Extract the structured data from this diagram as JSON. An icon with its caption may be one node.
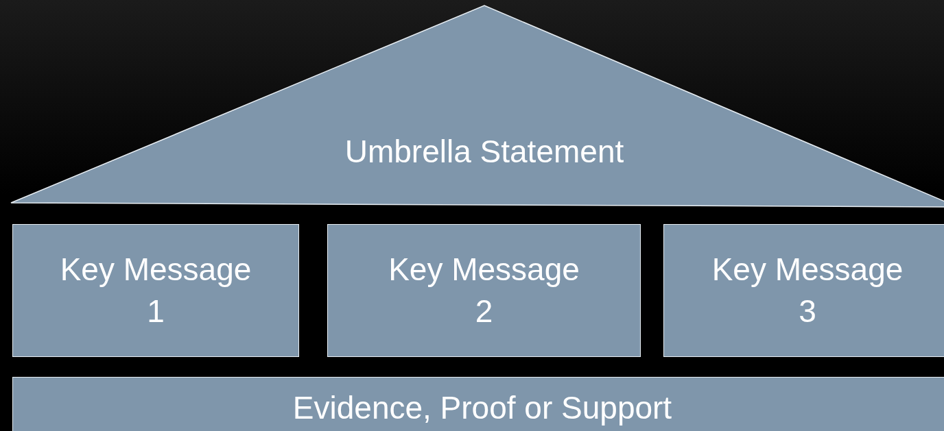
{
  "diagram": {
    "nodes": [
      {
        "text": [
          "Umbrella Statement"
        ]
      },
      {
        "text": [
          "Key Message 1"
        ]
      },
      {
        "text": [
          "Key Message 2"
        ]
      },
      {
        "text": [
          "Key Message 3"
        ]
      },
      {
        "text": [
          "Evidence, Proof or Support"
        ]
      }
    ]
  }
}
